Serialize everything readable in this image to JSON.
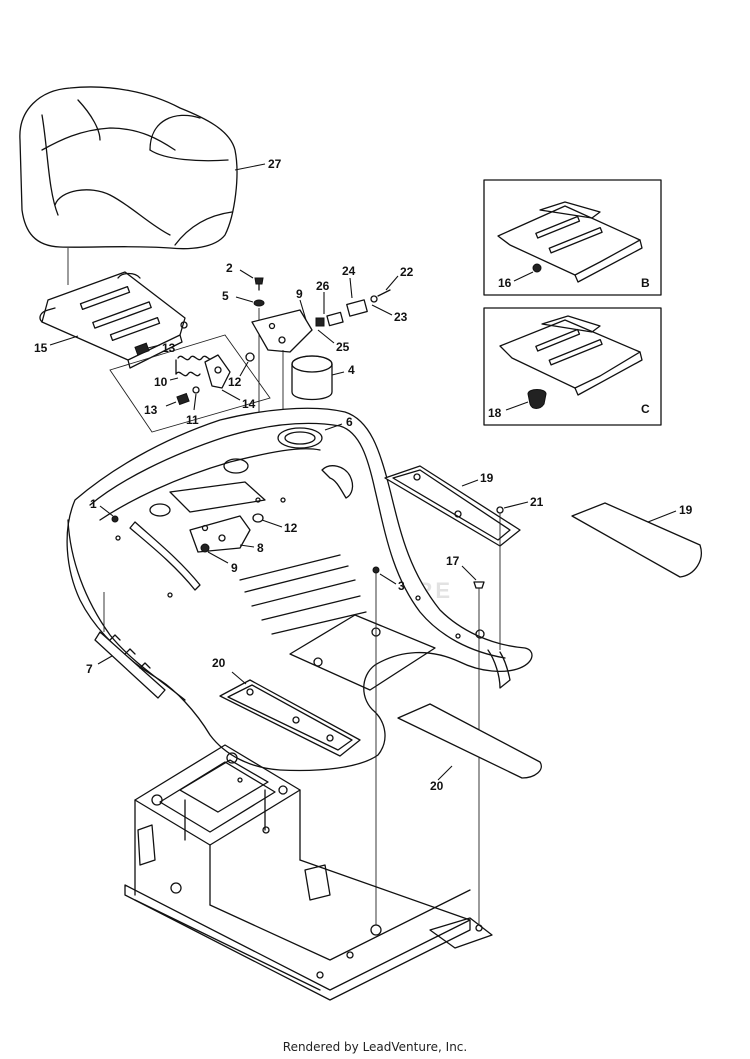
{
  "callouts": {
    "c1": "1",
    "c2": "2",
    "c3": "3",
    "c4": "4",
    "c5": "5",
    "c6": "6",
    "c7": "7",
    "c8": "8",
    "c9a": "9",
    "c9b": "9",
    "c10": "10",
    "c11": "11",
    "c12a": "12",
    "c12b": "12",
    "c13a": "13",
    "c13b": "13",
    "c14": "14",
    "c15": "15",
    "c16": "16",
    "c17": "17",
    "c18": "18",
    "c19a": "19",
    "c19b": "19",
    "c20a": "20",
    "c20b": "20",
    "c21": "21",
    "c22": "22",
    "c23": "23",
    "c24": "24",
    "c25": "25",
    "c26": "26",
    "c27": "27"
  },
  "inset_labels": {
    "b": "B",
    "c": "C"
  },
  "footer": "Rendered by LeadVenture, Inc."
}
